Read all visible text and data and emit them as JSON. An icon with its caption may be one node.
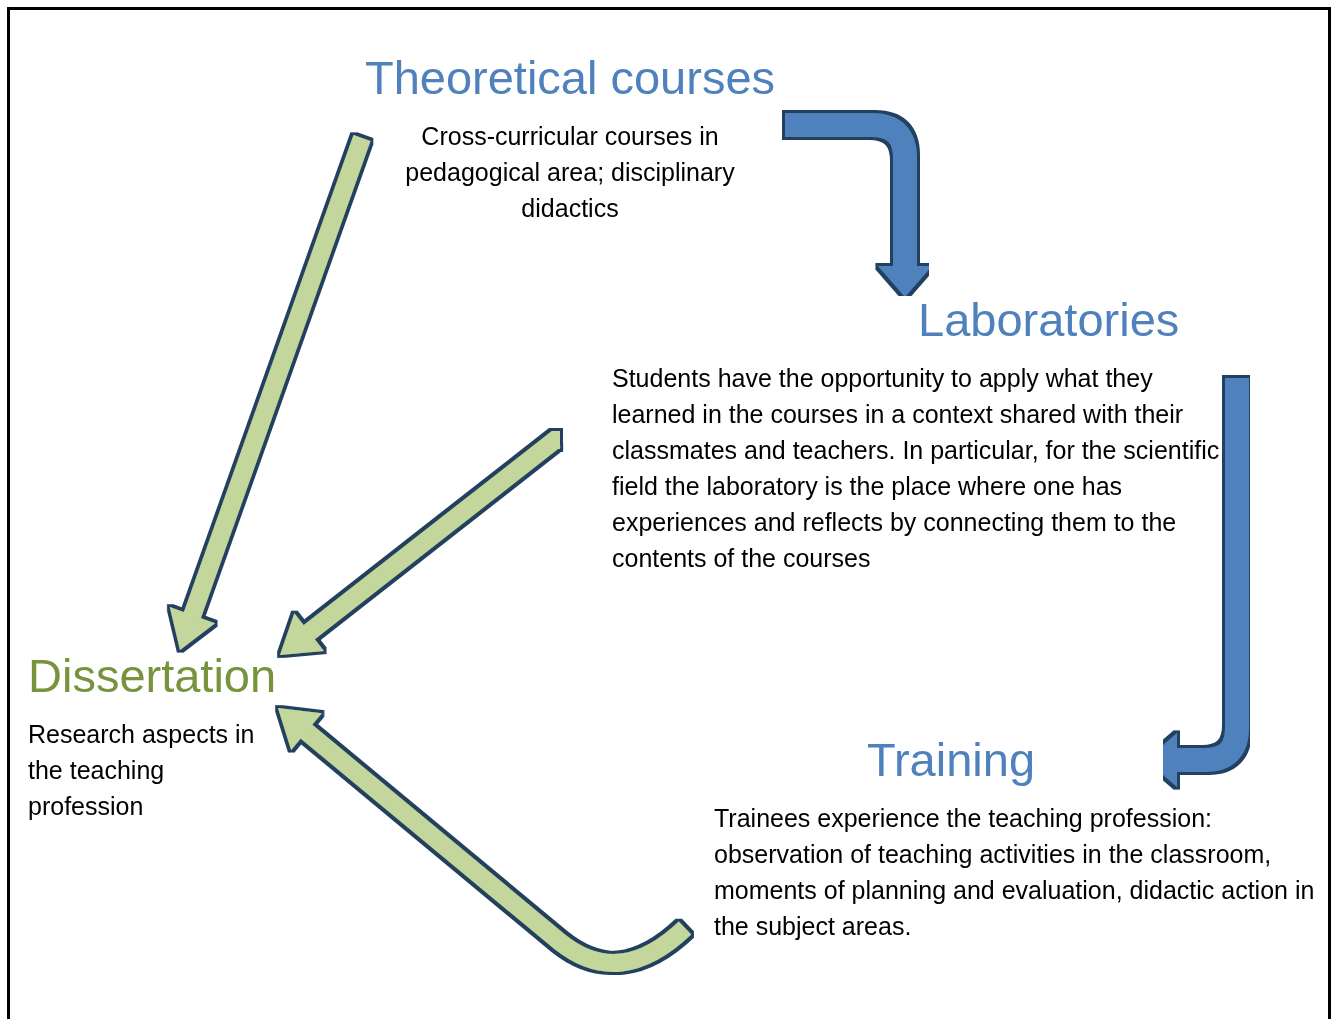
{
  "diagram": {
    "nodes": [
      {
        "text": [
          "Theoretical courses",
          "Cross-curricular courses in pedagogical area; disciplinary didactics"
        ]
      },
      {
        "text": [
          "Laboratories",
          "Students have the opportunity to apply what they learned in the courses in a context shared with their classmates and teachers. In particular, for the scientific field the laboratory is the place where one has experiences and reflects by connecting them to the contents of the courses"
        ]
      },
      {
        "text": [
          "Training",
          "Trainees experience the teaching profession: observation of teaching activities in the classroom, moments of planning and evaluation, didactic action in the subject areas."
        ]
      },
      {
        "text": [
          "Dissertation",
          "Research aspects in the teaching profession"
        ]
      }
    ],
    "edges": [
      {
        "from": 0,
        "to": 1,
        "arrow": "to",
        "color": "#4f81bd"
      },
      {
        "from": 1,
        "to": 2,
        "arrow": "to",
        "color": "#4f81bd"
      },
      {
        "from": 0,
        "to": 3,
        "arrow": "to"
      },
      {
        "from": 1,
        "to": 3,
        "arrow": "to"
      },
      {
        "from": 2,
        "to": 3,
        "arrow": "to"
      }
    ]
  }
}
